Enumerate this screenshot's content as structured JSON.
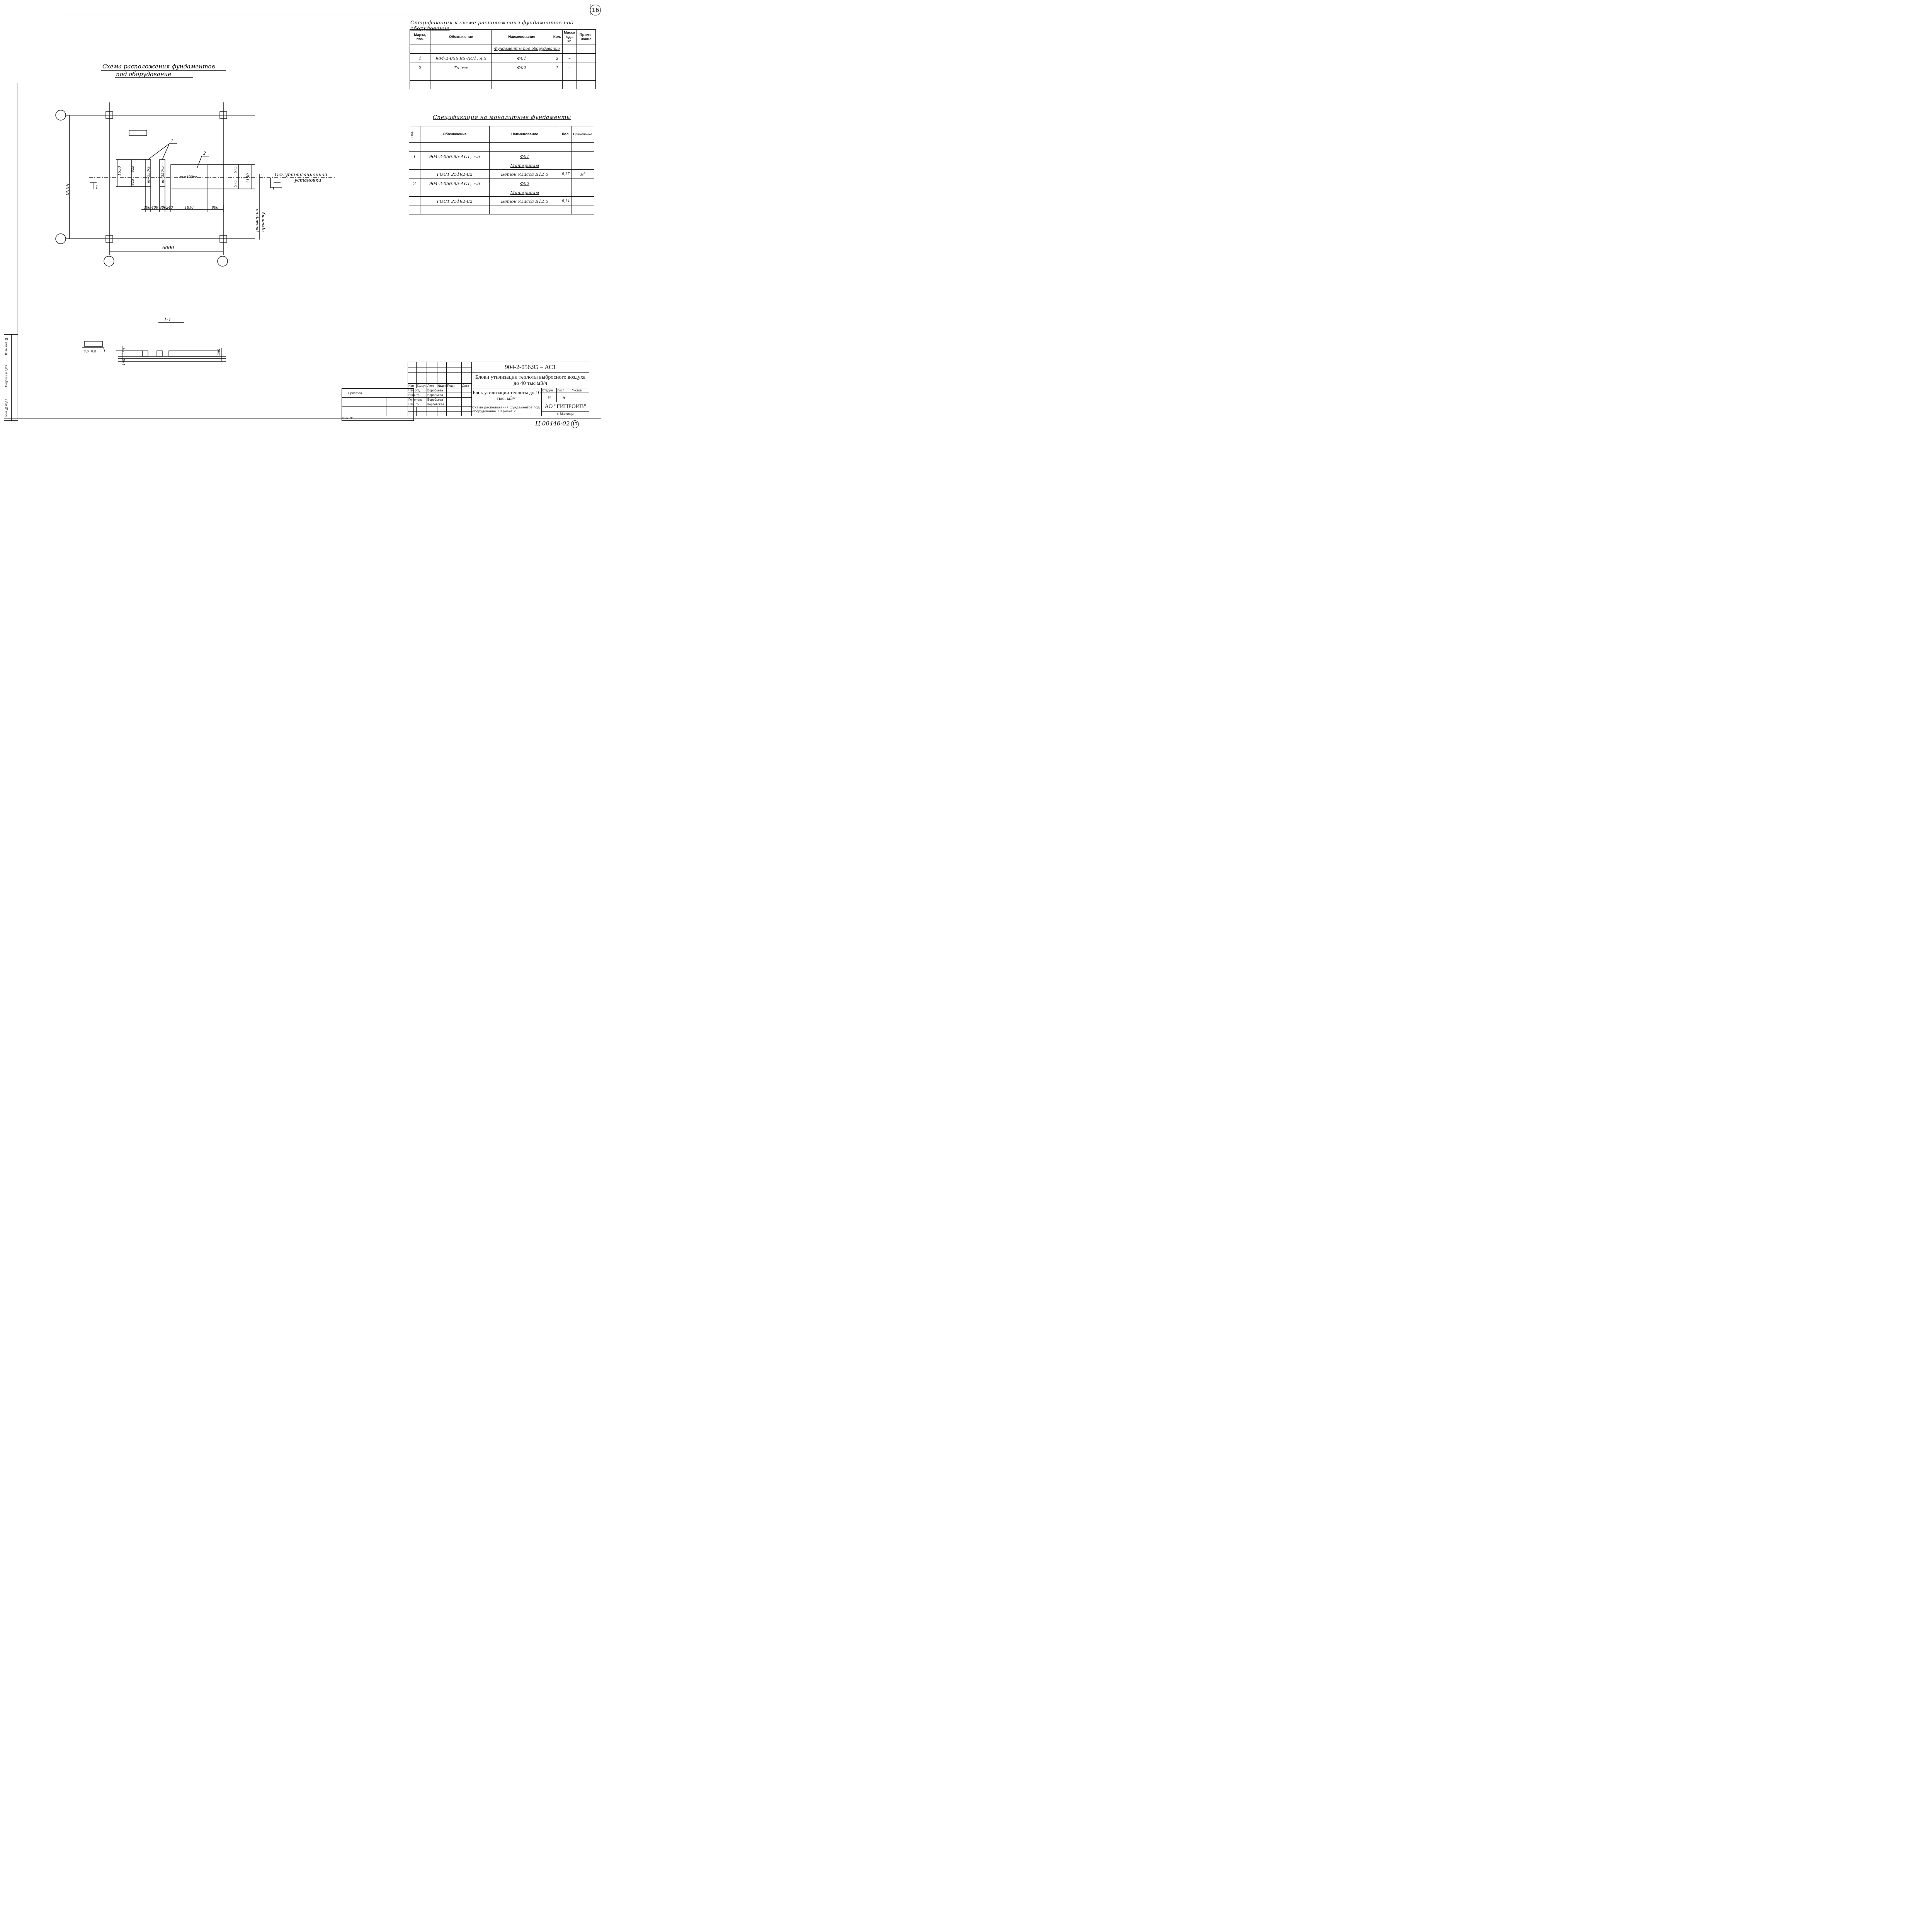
{
  "sheet": {
    "number": "16"
  },
  "spec_equipment": {
    "title": "Спецификация к схеме расположения фундаментов под оборудование",
    "headers": [
      "Марка, поз.",
      "Обозначение",
      "Наименование",
      "Кол.",
      "Масса ед., кг.",
      "Приме- чание"
    ],
    "group_title": "Фундаменты под оборудование",
    "rows": [
      [
        "1",
        "904-2-056.95-АС1, л.5",
        "Ф01",
        "2",
        "–",
        ""
      ],
      [
        "2",
        "То же",
        "Ф02",
        "1",
        "–",
        ""
      ]
    ]
  },
  "spec_monolithic": {
    "title": "Спецификация на монолитные фундаменты",
    "headers": [
      "Поз.",
      "Обозначение",
      "Наименование",
      "Кол.",
      "Примечание"
    ],
    "rows": [
      [
        "1",
        "904-2-056.95-АС1, л.5",
        "Ф01",
        "",
        ""
      ],
      [
        "",
        "",
        "Материалы",
        "",
        ""
      ],
      [
        "",
        "ГОСТ 25192-82",
        "Бетон класса В12,5",
        "0,17",
        "м³"
      ],
      [
        "2",
        "904-2-056.95-АС1, л.5",
        "Ф02",
        "",
        ""
      ],
      [
        "",
        "",
        "Материалы",
        "",
        ""
      ],
      [
        "",
        "ГОСТ 25192-82",
        "Бетон класса В12,5",
        "0,14",
        ""
      ]
    ]
  },
  "plan": {
    "title_line1": "Схема расположения фундаментов",
    "title_line2": "под оборудование",
    "dim_6000_h": "6000",
    "dim_6000_v": "6000",
    "dim_1650": "1650",
    "dim_825a": "825",
    "dim_825b": "825",
    "dim_575a": "575",
    "dim_575b": "575",
    "dim_1150": "1150",
    "bottom_dims": [
      "300",
      "400",
      "300",
      "240",
      "1810",
      "800"
    ],
    "mass1": "m=350кг",
    "mass2": "m=350кг",
    "mass3": "m=400кг",
    "leader1": "1",
    "leader2": "2",
    "axis_label_1": "Ось утилизационной",
    "axis_label_2": "установки",
    "size_note_1": "размер по",
    "size_note_2": "проекту",
    "section_mark": "1"
  },
  "section": {
    "title": "1-1",
    "level_label": "Ур. ч.п",
    "dim_250": "250",
    "dim_100": "100",
    "dim_200": "200"
  },
  "stamp": {
    "code": "904-2-056.95 – АС1",
    "project_title": "Блоки утилизации теплоты выбросного воздуха до 40 тыс м3/ч",
    "block_name": "Блок утилизации теплоты до 10 тыс. м3/ч",
    "drawing_name": "Схема расположения фундаментов под оборудование. Вариант 2",
    "col_headers": [
      "Изм",
      "Кол.уч",
      "Лист",
      "№док",
      "Подп",
      "Дата"
    ],
    "people": [
      [
        "Нач отд",
        "Воробьева"
      ],
      [
        "Н.контр.",
        "Воробьева"
      ],
      [
        "Гл.констр",
        "Воробьева"
      ],
      [
        "Нач. гр.",
        "Карповская"
      ]
    ],
    "stage_label": "Стадия",
    "sheet_label": "Лист",
    "sheets_label": "Листов",
    "stage": "Р",
    "sheet": "5",
    "sheets": "",
    "org": "АО \"ГИПРОИВ\"",
    "city": "г. Мытищи",
    "tied_label": "Привязан",
    "inv_label": "Инв. N°"
  },
  "sidebar": {
    "labels": [
      "Инв.№ подл.",
      "Подпись и дата",
      "Взам.инв.№"
    ]
  },
  "footer": {
    "archive_no": "Ц 00446-02",
    "page": "17"
  }
}
